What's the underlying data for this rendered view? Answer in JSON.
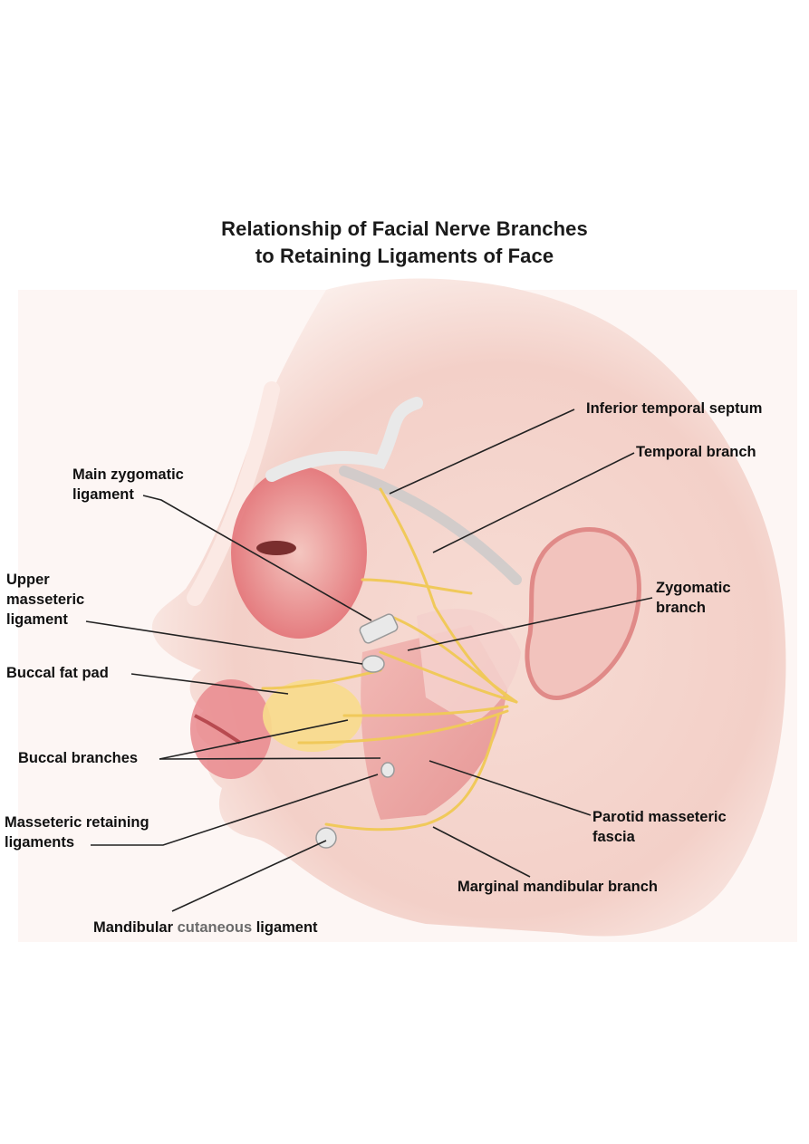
{
  "title": {
    "line1": "Relationship of Facial Nerve Branches",
    "line2": "to Retaining Ligaments of Face"
  },
  "labels": {
    "inferior_temporal_septum": "Inferior temporal septum",
    "temporal_branch": "Temporal branch",
    "main_zygomatic_ligament": [
      "Main zygomatic",
      "ligament"
    ],
    "zygomatic_branch": [
      "Zygomatic",
      "branch"
    ],
    "upper_masseteric_ligament": [
      "Upper",
      "masseteric",
      "ligament"
    ],
    "buccal_fat_pad": "Buccal fat pad",
    "buccal_branches": "Buccal branches",
    "parotid_masseteric_fascia": [
      "Parotid masseteric",
      "fascia"
    ],
    "masseteric_retaining_ligaments": [
      "Masseteric retaining",
      "ligaments"
    ],
    "marginal_mandibular_branch": "Marginal mandibular branch",
    "mandibular_cutaneous_ligament": {
      "part1": "Mandibular",
      "part2": " cutaneous",
      "part3": " ligament"
    }
  },
  "colors": {
    "skin": "#f6d9d2",
    "muscle": "#e58a8a",
    "nerve": "#f2cf63",
    "fat": "#f7d98a",
    "ligament": "#e8e8e8",
    "leader": "#222222"
  }
}
